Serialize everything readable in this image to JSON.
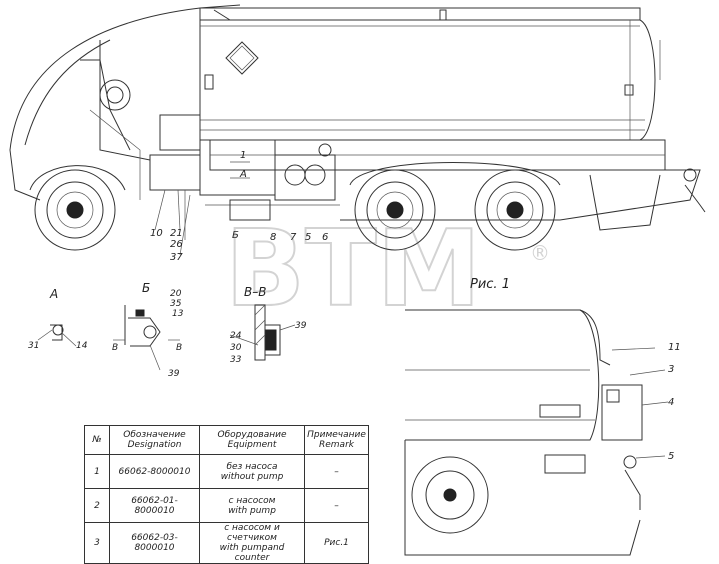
{
  "labels": {
    "n1": "1",
    "nA": "A",
    "n10": "10",
    "n21": "21",
    "n26": "26",
    "n37": "37",
    "nB1": "Б",
    "n8": "8",
    "n7": "7",
    "n5": "5",
    "n6": "6",
    "viewA": "A",
    "n31": "31",
    "n14": "14",
    "viewB": "Б",
    "n20": "20",
    "n35": "35",
    "n13": "13",
    "arrowB1": "В",
    "arrowB2": "В",
    "n39a": "39",
    "viewBB": "В–В",
    "n24": "24",
    "n30": "30",
    "n33": "33",
    "n39b": "39",
    "fig1": "Рис. 1",
    "n11": "11",
    "n3": "3",
    "n4": "4",
    "n5r": "5"
  },
  "watermark": {
    "text": "BTM",
    "mark": "®"
  },
  "table": {
    "headers": {
      "num": "№",
      "designation": [
        "Обозначение",
        "Designation"
      ],
      "equipment": [
        "Оборудование",
        "Equipment"
      ],
      "remark": [
        "Примечание",
        "Remark"
      ]
    },
    "rows": [
      {
        "num": "1",
        "designation": "66062-8000010",
        "equipment": [
          "без насоса",
          "without pump"
        ],
        "remark": "–"
      },
      {
        "num": "2",
        "designation": "66062-01-8000010",
        "equipment": [
          "с насосом",
          "with pump"
        ],
        "remark": "–"
      },
      {
        "num": "3",
        "designation": "66062-03-8000010",
        "equipment": [
          "с насосом и счетчиком",
          "with pumpand counter"
        ],
        "remark": "Рис.1"
      }
    ]
  }
}
